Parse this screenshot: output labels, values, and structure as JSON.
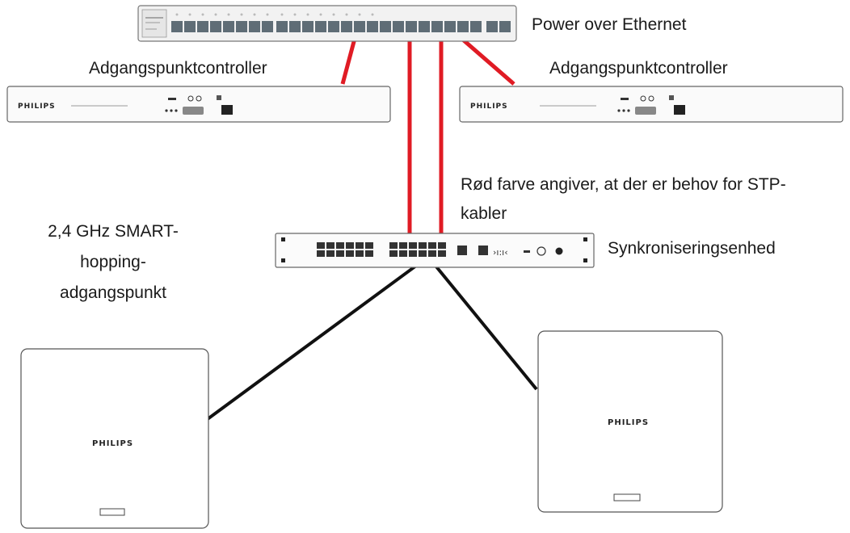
{
  "labels": {
    "poe": "Power over Ethernet",
    "controller_left": "Adgangspunktcontroller",
    "controller_right": "Adgangspunktcontroller",
    "stp_note": "Rød farve angiver, at der er behov for STP-kabler",
    "stp_note_line1": "Rød farve angiver, at der er behov for STP-",
    "stp_note_line2": "kabler",
    "ap_line1": "2,4 GHz SMART-",
    "ap_line2": "hopping-",
    "ap_line3": "adgangspunkt",
    "sync": "Synkroniseringsenhed"
  },
  "devices": {
    "brand": "PHILIPS"
  },
  "colors": {
    "stp_cable": "#e01b24",
    "cable": "#111111",
    "device_outline": "#555555"
  }
}
